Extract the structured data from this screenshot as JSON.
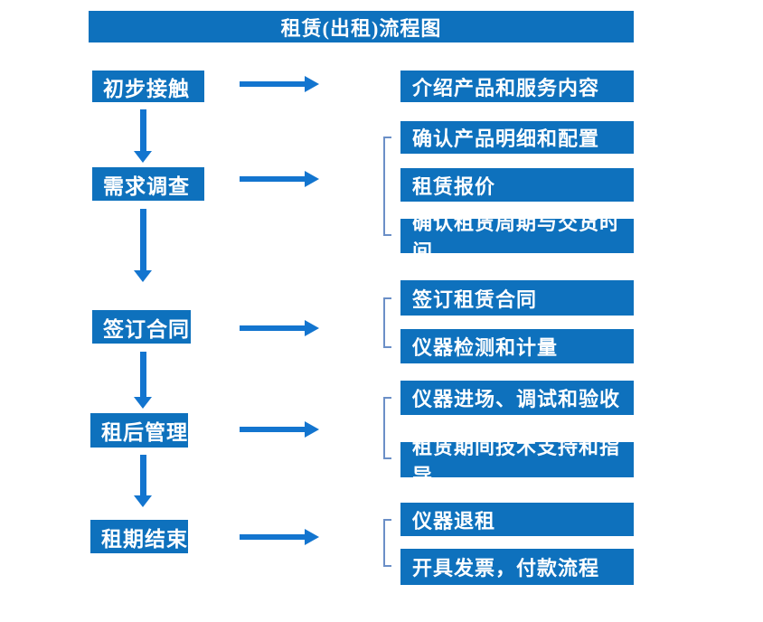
{
  "title": "租赁(出租)流程图",
  "flow": {
    "stages": [
      {
        "label": "初步接触",
        "details": [
          "介绍产品和服务内容"
        ]
      },
      {
        "label": "需求调查",
        "details": [
          "确认产品明细和配置",
          "租赁报价",
          "确认租赁周期与交货时间"
        ]
      },
      {
        "label": "签订合同",
        "details": [
          "签订租赁合同",
          "仪器检测和计量"
        ]
      },
      {
        "label": "租后管理",
        "details": [
          "仪器进场、调试和验收",
          "租赁期间技术支持和指导"
        ]
      },
      {
        "label": "租期结束",
        "details": [
          "仪器退租",
          "开具发票，付款流程"
        ]
      }
    ]
  },
  "colors": {
    "box_fill": "#0e71bd",
    "arrow": "#1375cf",
    "bracket": "#6b8fc7",
    "text": "#ffffff",
    "background": "#ffffff"
  }
}
